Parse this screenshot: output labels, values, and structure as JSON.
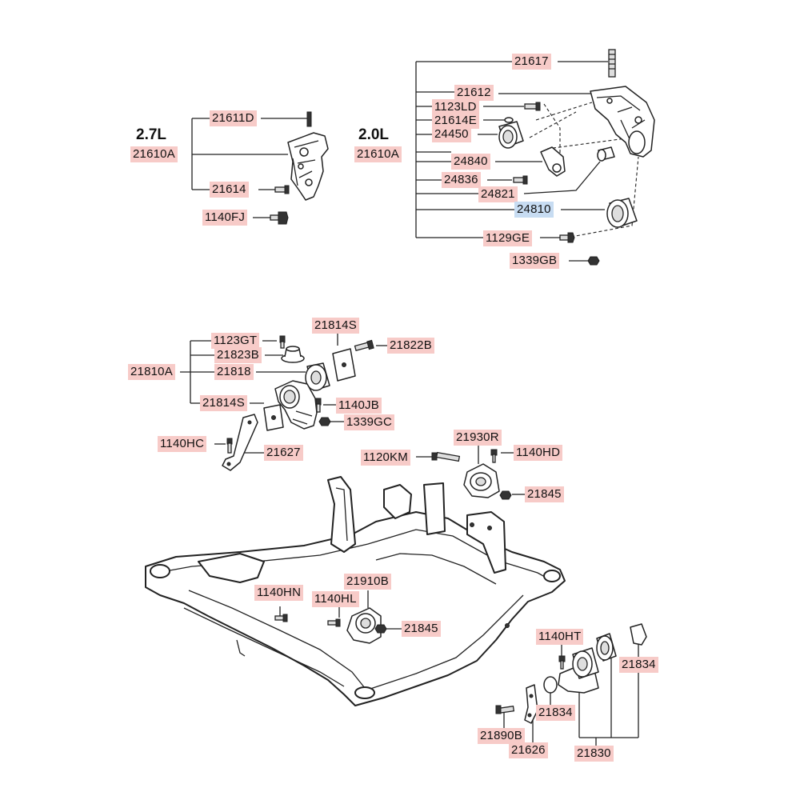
{
  "engine_labels": {
    "e27": "2.7L",
    "e20": "2.0L"
  },
  "parts": {
    "p21611D": "21611D",
    "p21610A_27": "21610A",
    "p21614": "21614",
    "p1140FJ": "1140FJ",
    "p21617": "21617",
    "p21612": "21612",
    "p1123LD": "1123LD",
    "p21614E": "21614E",
    "p24450": "24450",
    "p21610A_20": "21610A",
    "p24840": "24840",
    "p24836": "24836",
    "p24821": "24821",
    "p24810": "24810",
    "p1129GE": "1129GE",
    "p1339GB": "1339GB",
    "p21814S_top": "21814S",
    "p1123GT": "1123GT",
    "p21823B": "21823B",
    "p21822B": "21822B",
    "p21810A": "21810A",
    "p21818": "21818",
    "p21814S_low": "21814S",
    "p1140JB": "1140JB",
    "p1339GC": "1339GC",
    "p1140HC": "1140HC",
    "p21627": "21627",
    "p21930R": "21930R",
    "p1120KM": "1120KM",
    "p1140HD": "1140HD",
    "p21845_a": "21845",
    "p21910B": "21910B",
    "p1140HN": "1140HN",
    "p1140HL": "1140HL",
    "p21845_b": "21845",
    "p1140HT": "1140HT",
    "p21834_r": "21834",
    "p21834_l": "21834",
    "p21890B": "21890B",
    "p21626": "21626",
    "p21830": "21830"
  },
  "colors": {
    "label_bg": "#f7cbc8",
    "highlight_bg": "#c7dcf2",
    "line": "#222222"
  }
}
